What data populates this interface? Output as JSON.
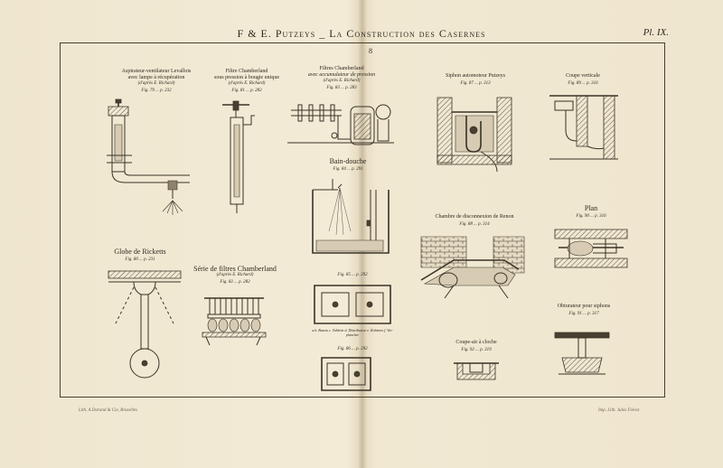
{
  "header": {
    "title": "F & E. Putzeys _ La Construction des Casernes",
    "plate": "Pl. IX."
  },
  "frame_mark": "8",
  "footer": {
    "left": "Lith. A.Durand & Cie, Bruxelles",
    "right": "Imp. Lith. Jules Fiévez"
  },
  "figures": {
    "aspirateur": {
      "title": "Aspirateur-ventilateur Levallois",
      "line2": "avec lampe à récupération",
      "line3": "(d'après E. Richard)",
      "fig": "Fig. 79 ... p. 232"
    },
    "filtre": {
      "title": "Filtre Chamberland",
      "line2": "sous pression à bougie unique",
      "line3": "(d'après E. Richard)",
      "fig": "Fig. 81 ... p. 282"
    },
    "filtres_acc": {
      "title": "Filtres Chamberland",
      "line2": "avec accumulateur de pression",
      "line3": "(d'après E. Richard)",
      "fig": "Fig. 83 ... p. 283"
    },
    "bain": {
      "title": "Bain-douche",
      "fig": "Fig. 84 ... p. 291"
    },
    "bain_plan": {
      "fig": "Fig. 85 ... p. 292",
      "legend": "a.b. Bassin  c. Tablette  d. Distributeur  e. Robinets  f. Vin-plancher"
    },
    "bain_plan2": {
      "fig": "Fig. 86 ... p. 292"
    },
    "globe": {
      "title": "Globe de Ricketts",
      "fig": "Fig. 80 ... p. 231"
    },
    "serie": {
      "title": "Série de filtres Chamberland",
      "line2": "(d'après E. Richard)",
      "fig": "Fig. 82 ... p. 282"
    },
    "siphon": {
      "title": "Siphon automoteur Putzeys",
      "fig": "Fig. 87 ... p. 313"
    },
    "coupe": {
      "title": "Coupe verticale",
      "fig": "Fig. 89 ... p. 316"
    },
    "chambre": {
      "title": "Chambre de disconnexion de Renon",
      "fig": "Fig. 88 ... p. 314"
    },
    "plan": {
      "title": "Plan",
      "fig": "Fig. 90 ... p. 316"
    },
    "coupe_air": {
      "title": "Coupe-air à cloche",
      "fig": "Fig. 92 ... p. 319"
    },
    "obturateur": {
      "title": "Obturateur pour siphons",
      "fig": "Fig. 91 ... p. 317"
    }
  }
}
